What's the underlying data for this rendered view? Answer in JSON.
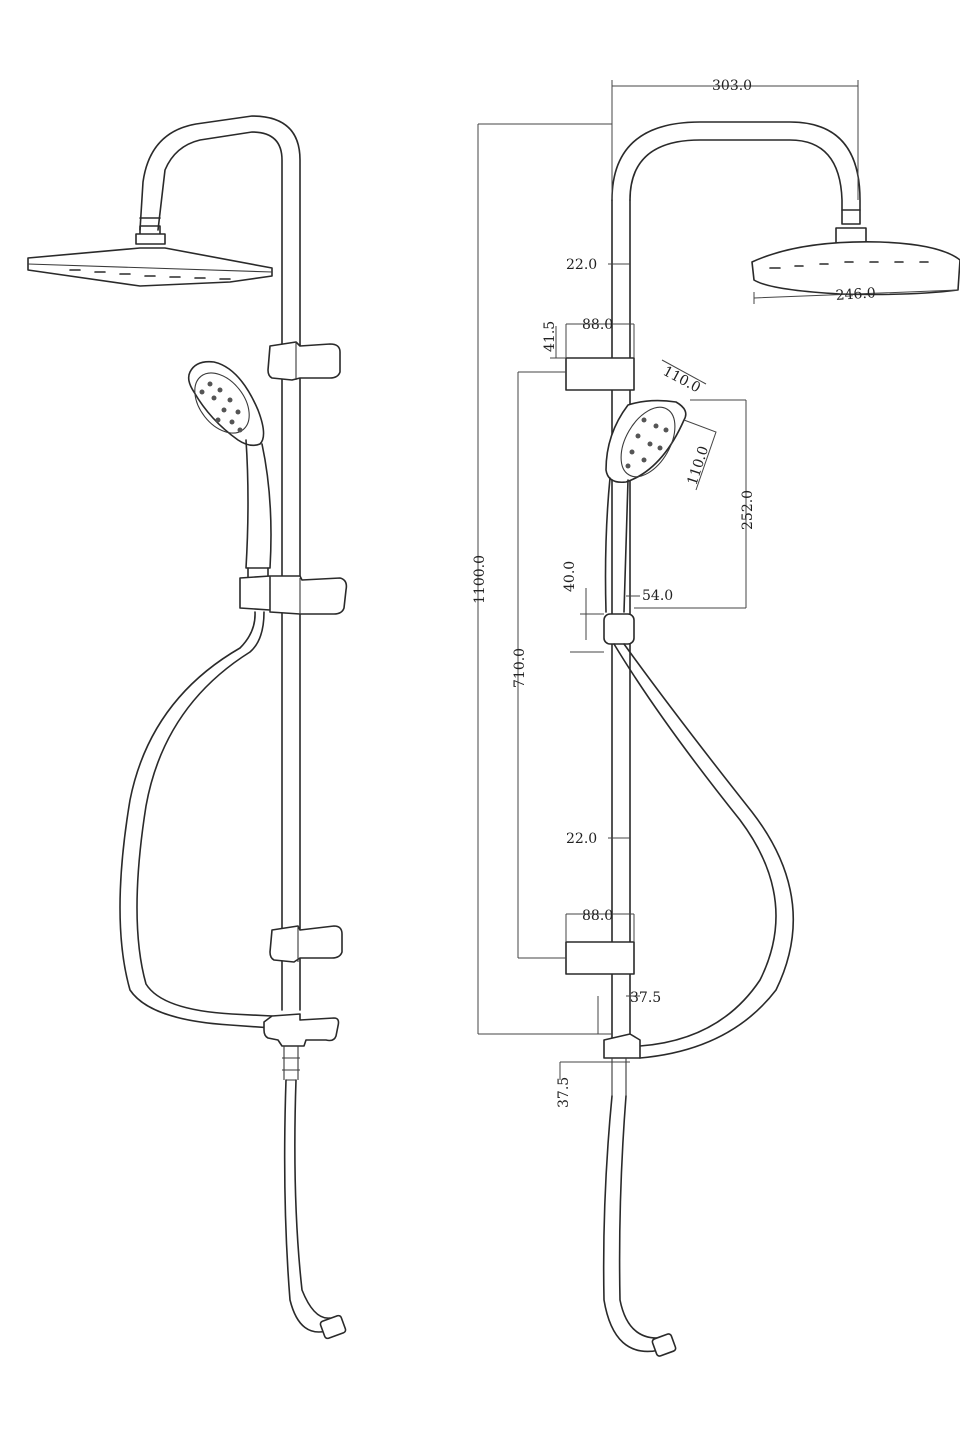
{
  "dimensions": {
    "top_width": "303.0",
    "column_offset_top": "22.0",
    "head_diameter": "246.0",
    "bracket_height_top": "41.5",
    "bracket_width_top": "88.0",
    "handset_width": "110.0",
    "handset_length": "110.0",
    "handset_height": "252.0",
    "holder_height": "40.0",
    "holder_offset": "54.0",
    "total_height": "1100.0",
    "bracket_spacing": "710.0",
    "column_offset_bottom": "22.0",
    "bracket_width_bottom": "88.0",
    "outlet_offset": "37.5",
    "outlet_height": "37.5"
  }
}
